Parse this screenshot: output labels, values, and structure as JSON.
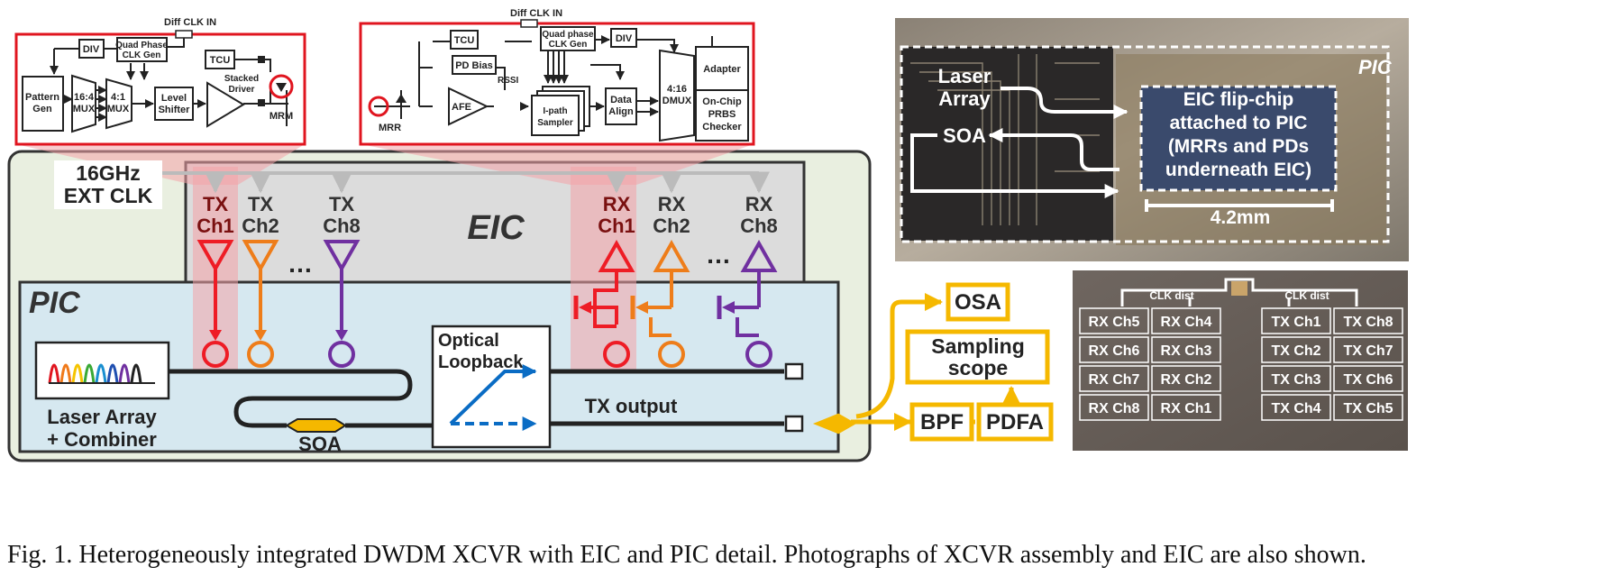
{
  "tx_detail": {
    "diff_clk_in": "Diff CLK IN",
    "div": "DIV",
    "quad_phase": [
      "Quad Phase",
      "CLK Gen"
    ],
    "pattern_gen": [
      "Pattern",
      "Gen"
    ],
    "mux16": [
      "16:4",
      "MUX"
    ],
    "mux4": [
      "4:1",
      "MUX"
    ],
    "level_shifter": [
      "Level",
      "Shifter"
    ],
    "tcu": "TCU",
    "stacked_driver": [
      "Stacked",
      "Driver"
    ],
    "mrm": "MRM"
  },
  "rx_detail": {
    "diff_clk_in": "Diff CLK IN",
    "tcu": "TCU",
    "quad_phase": [
      "Quad phase",
      "CLK Gen"
    ],
    "div": "DIV",
    "pd_bias": "PD Bias",
    "rssi": "RSSI",
    "afe": "AFE",
    "mrr": "MRR",
    "ipath_sampler": [
      "I-path",
      "Sampler"
    ],
    "data_align": [
      "Data",
      "Align"
    ],
    "dmux": [
      "4:16",
      "DMUX"
    ],
    "adapter": "Adapter",
    "prbs": [
      "On-Chip",
      "PRBS",
      "Checker"
    ]
  },
  "main": {
    "ext_clk": [
      "16GHz",
      "EXT CLK"
    ],
    "eic_label": "EIC",
    "pic_label": "PIC",
    "tx_channels": [
      [
        "TX",
        "Ch1"
      ],
      [
        "TX",
        "Ch2"
      ],
      [
        "TX",
        "Ch8"
      ]
    ],
    "rx_channels": [
      [
        "RX",
        "Ch1"
      ],
      [
        "RX",
        "Ch2"
      ],
      [
        "RX",
        "Ch8"
      ]
    ],
    "ellipsis": "…",
    "laser_array": [
      "Laser Array",
      "+ Combiner"
    ],
    "soa": "SOA",
    "loopback": [
      "Optical",
      "Loopback"
    ],
    "tx_output": "TX output",
    "osa": "OSA",
    "sampling_scope": [
      "Sampling",
      "scope"
    ],
    "bpf": "BPF",
    "pdfa": "PDFA",
    "colors": {
      "ch1": "#ee1c25",
      "ch2": "#ee7d1a",
      "ch8": "#7030a0",
      "yellow": "#f5b800",
      "blue": "#0a6cc4"
    }
  },
  "photo1": {
    "pic": "PIC",
    "laser_array": [
      "Laser",
      "Array"
    ],
    "soa": "SOA",
    "eic_text": [
      "EIC flip-chip",
      "attached to PIC",
      "(MRRs and PDs",
      "underneath EIC)"
    ],
    "scale": "4.2mm"
  },
  "photo2": {
    "clk_dist": "CLK dist",
    "rx_grid": [
      [
        "RX Ch5",
        "RX Ch4"
      ],
      [
        "RX Ch6",
        "RX Ch3"
      ],
      [
        "RX Ch7",
        "RX Ch2"
      ],
      [
        "RX Ch8",
        "RX Ch1"
      ]
    ],
    "tx_grid": [
      [
        "TX Ch1",
        "TX Ch8"
      ],
      [
        "TX Ch2",
        "TX Ch7"
      ],
      [
        "TX Ch3",
        "TX Ch6"
      ],
      [
        "TX Ch4",
        "TX Ch5"
      ]
    ]
  },
  "caption": "Fig. 1. Heterogeneously integrated DWDM XCVR with EIC and PIC detail. Photographs of XCVR assembly and EIC are also shown."
}
